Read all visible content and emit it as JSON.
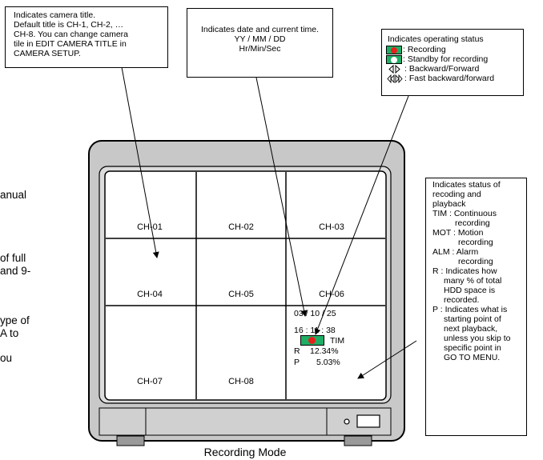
{
  "callouts": {
    "camera_title": [
      "Indicates camera title.",
      "Default title is CH-1, CH-2, …",
      "CH-8. You can change camera",
      "tile in EDIT CAMERA TITLE in",
      "CAMERA SETUP."
    ],
    "datetime": [
      "Indicates date and current time.",
      "YY / MM / DD",
      "Hr/Min/Sec"
    ],
    "operating_status": {
      "title": "Indicates operating status",
      "items": [
        {
          "icon": "record-icon",
          "label": ": Recording"
        },
        {
          "icon": "standby-icon",
          "label": ": Standby for recording"
        },
        {
          "icon": "backward-forward-icon",
          "label": ": Backward/Forward"
        },
        {
          "icon": "fast-backward-forward-icon",
          "label": ": Fast backward/forward"
        }
      ]
    },
    "recording_status": {
      "intro": [
        "Indicates status of",
        "recoding and",
        "playback"
      ],
      "items": [
        {
          "key": "TIM : ",
          "lines": [
            "Continuous",
            "recording"
          ]
        },
        {
          "key": "MOT : ",
          "lines": [
            "Motion",
            "recording"
          ]
        },
        {
          "key": "ALM : ",
          "lines": [
            "Alarm",
            "recording"
          ]
        },
        {
          "key": "R : ",
          "lines": [
            "Indicates how",
            "many % of total",
            "HDD space is",
            "recorded."
          ]
        },
        {
          "key": "P : ",
          "lines": [
            "Indicates what is",
            "starting point of",
            "next playback,",
            "unless you skip to",
            "specific point in",
            "GO TO MENU."
          ]
        }
      ]
    }
  },
  "channels": [
    "CH-01",
    "CH-02",
    "CH-03",
    "CH-04",
    "CH-05",
    "CH-06",
    "CH-07",
    "CH-08"
  ],
  "overlay": {
    "date": "03 / 10 / 25",
    "time": "16 : 11 : 38",
    "mode": "TIM",
    "r_label": "R",
    "r_value": "12.34%",
    "p_label": "P",
    "p_value": "5.03%"
  },
  "caption": "Recording Mode",
  "left_fragments": [
    "anual",
    "of full",
    "and 9-",
    "ype of",
    "A to",
    "ou"
  ]
}
